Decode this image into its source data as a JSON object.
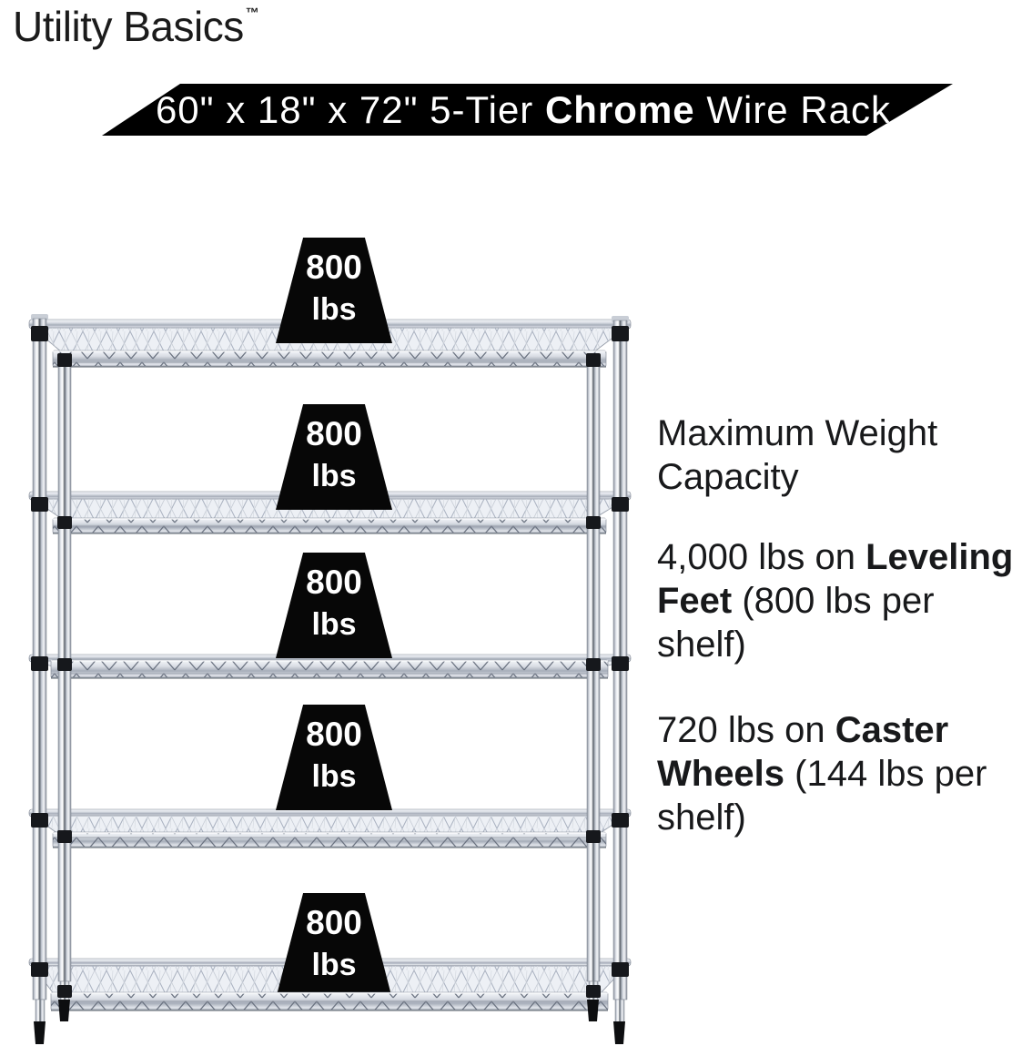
{
  "brand": {
    "name": "Utility Basics",
    "tm": "™"
  },
  "banner": {
    "prefix": "60\" x 18\" x 72\" 5-Tier ",
    "bold": "Chrome",
    "suffix": " Wire Rack",
    "bg": "#000000",
    "fg": "#ffffff"
  },
  "rack": {
    "description": "5-tier chrome wire shelving rack with leveling feet",
    "tiers": 5,
    "weights": [
      {
        "value": "800",
        "unit": "lbs"
      },
      {
        "value": "800",
        "unit": "lbs"
      },
      {
        "value": "800",
        "unit": "lbs"
      },
      {
        "value": "800",
        "unit": "lbs"
      },
      {
        "value": "800",
        "unit": "lbs"
      }
    ]
  },
  "info": {
    "heading": "Maximum Weight Capacity",
    "items": [
      {
        "prefix": "4,000 lbs on ",
        "bold": "Leveling Feet",
        "suffix": " (800 lbs per shelf)"
      },
      {
        "prefix": "720 lbs on ",
        "bold": "Caster Wheels",
        "suffix": " (144 lbs per shelf)"
      }
    ]
  },
  "colors": {
    "banner_bg": "#000000",
    "banner_fg": "#ffffff",
    "weight_bg": "#070707",
    "weight_fg": "#ffffff",
    "text": "#18191b",
    "chrome_light": "#edf0f5",
    "chrome_dark": "#596069"
  }
}
